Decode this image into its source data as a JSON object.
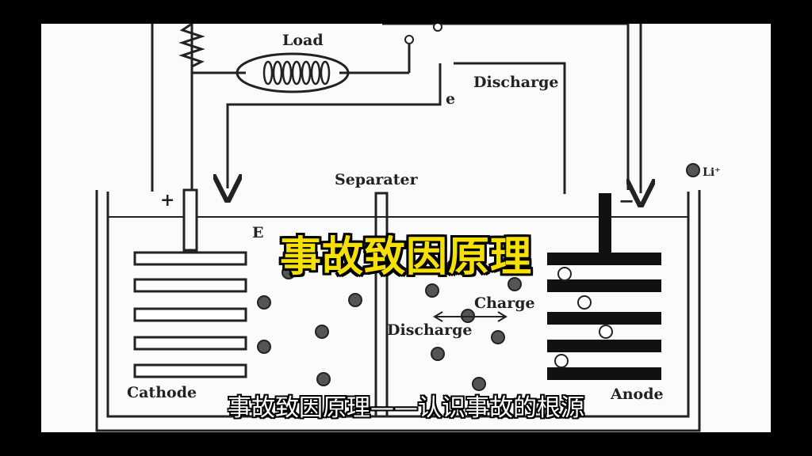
{
  "video": {
    "title_overlay": "事故致因原理",
    "subtitle": "事故致因原理——认识事故的根源"
  },
  "diagram": {
    "labels": {
      "load": "Load",
      "discharge_top": "Discharge",
      "electron": "e",
      "separator": "Separater",
      "lithium_ion": "Li⁺",
      "plus": "+",
      "minus": "−",
      "electrolyte": "E",
      "charge": "Charge",
      "discharge_mid": "Discharge",
      "cathode": "Cathode",
      "anode": "Anode"
    }
  }
}
